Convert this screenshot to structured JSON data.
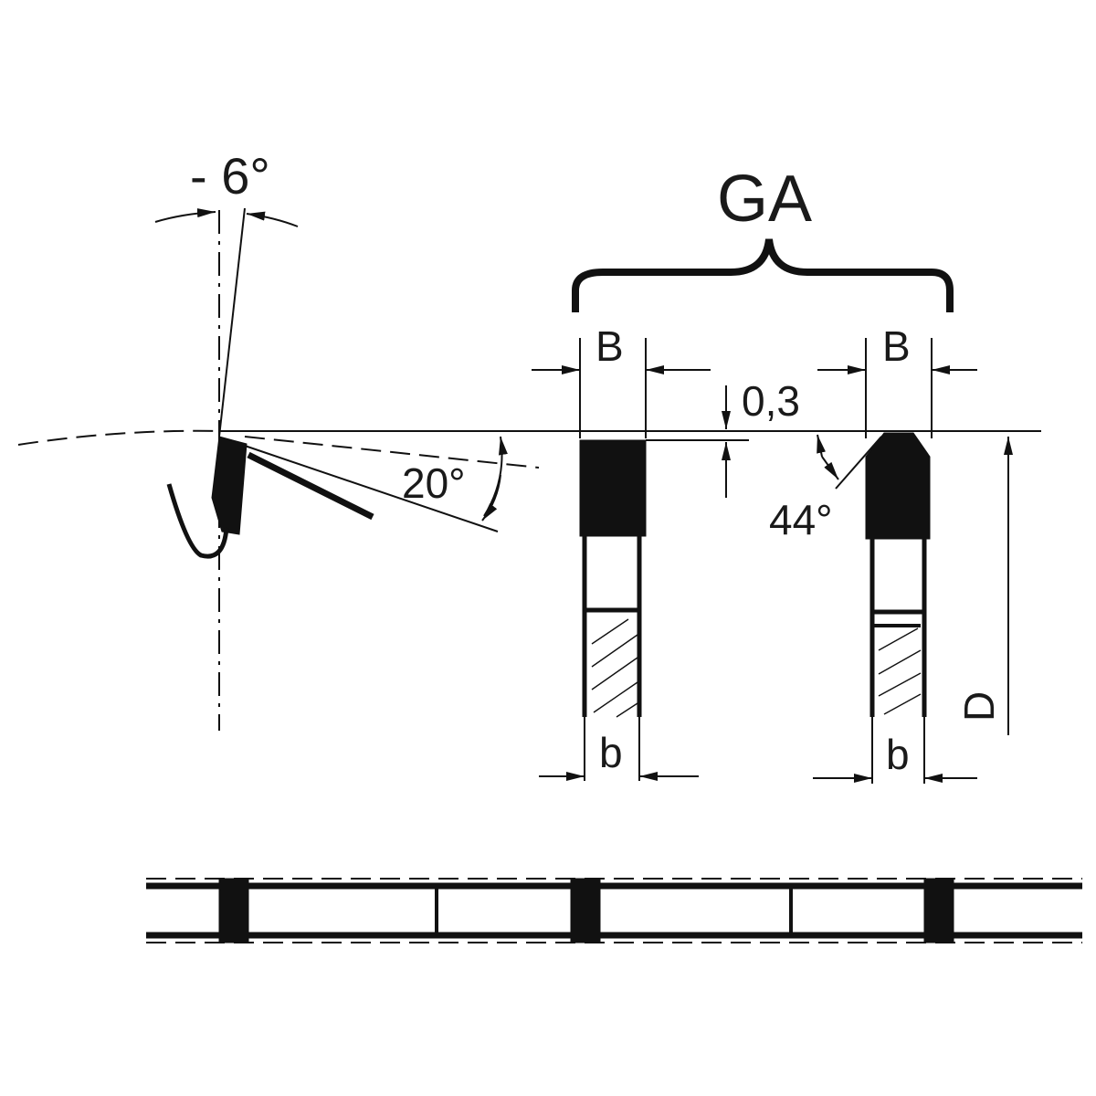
{
  "labels": {
    "hook_angle": "- 6°",
    "clearance_angle": "20°",
    "group_label": "GA",
    "tooth_width_left": "B",
    "tooth_width_right": "B",
    "step_height": "0,3",
    "chamfer_angle": "44°",
    "body_width_left": "b",
    "body_width_right": "b",
    "diameter": "D"
  },
  "colors": {
    "ink": "#111111",
    "background": "#ffffff"
  }
}
